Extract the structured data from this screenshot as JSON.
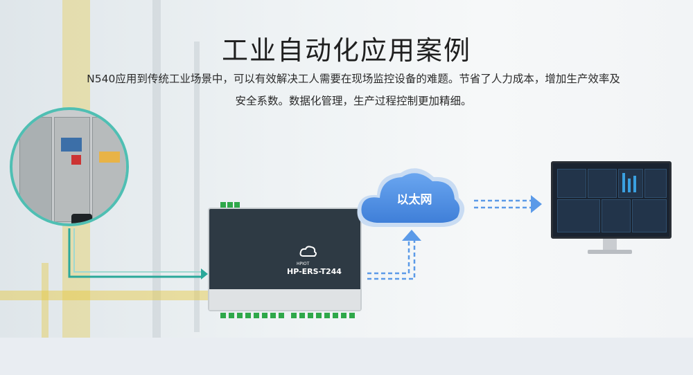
{
  "header": {
    "title": "工业自动化应用案例",
    "description": "N540应用到传统工业场景中，可以有效解决工人需要在现场监控设备的难题。节省了人力成本，增加生产效率及安全系数。数据化管理，生产过程控制更加精细。"
  },
  "cloud": {
    "label": "以太网"
  },
  "device": {
    "model": "HP-ERS-T244",
    "brand": "HPIOT"
  },
  "colors": {
    "accent_teal": "#2aa89a",
    "cloud_blue": "#4f8fe0",
    "dash_blue": "#5b9ae8"
  }
}
